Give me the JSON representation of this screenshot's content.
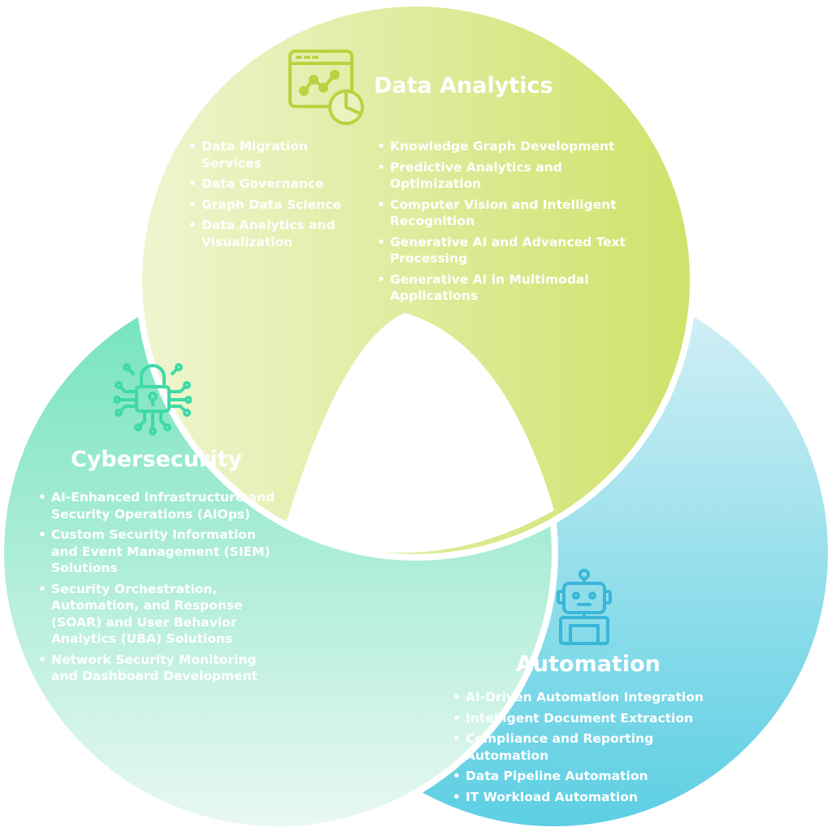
{
  "colors": {
    "analytics_light": "#eef5cf",
    "analytics_dark": "#cfe26a",
    "analytics_icon": "#b7d33e",
    "cyber_top": "#6fe2bb",
    "cyber_bottom": "#e8f8f0",
    "cyber_icon": "#3ed9a8",
    "auto_top": "#d8f1f6",
    "auto_bottom": "#5ccfe3",
    "auto_icon": "#39b7d8"
  },
  "icons": {
    "analytics": "analytics-dashboard-icon",
    "cyber": "circuit-lock-icon",
    "auto": "robot-icon"
  },
  "analytics": {
    "title": "Data Analytics",
    "list_left": [
      "Data Migration Services",
      "Data Governance",
      "Graph Data Science",
      "Data Analytics and Visualization"
    ],
    "list_right": [
      "Knowledge Graph Development",
      "Predictive Analytics and Optimization",
      "Computer Vision and Intelligent Recognition",
      "Generative AI and Advanced Text Processing",
      "Generative AI in Multimodal Applications"
    ]
  },
  "cyber": {
    "title": "Cybersecurity",
    "list": [
      "AI-Enhanced Infrastructure and Security Operations (AIOps)",
      "Custom Security Information and Event Management (SIEM) Solutions",
      "Security Orchestration, Automation, and Response (SOAR) and User Behavior Analytics (UBA) Solutions",
      "Network Security Monitoring and Dashboard Development"
    ]
  },
  "auto": {
    "title": "Automation",
    "list": [
      "AI-Driven Automation Integration",
      "Intelligent Document Extraction",
      "Compliance and Reporting Automation",
      "Data Pipeline Automation",
      "IT Workload Automation"
    ]
  }
}
